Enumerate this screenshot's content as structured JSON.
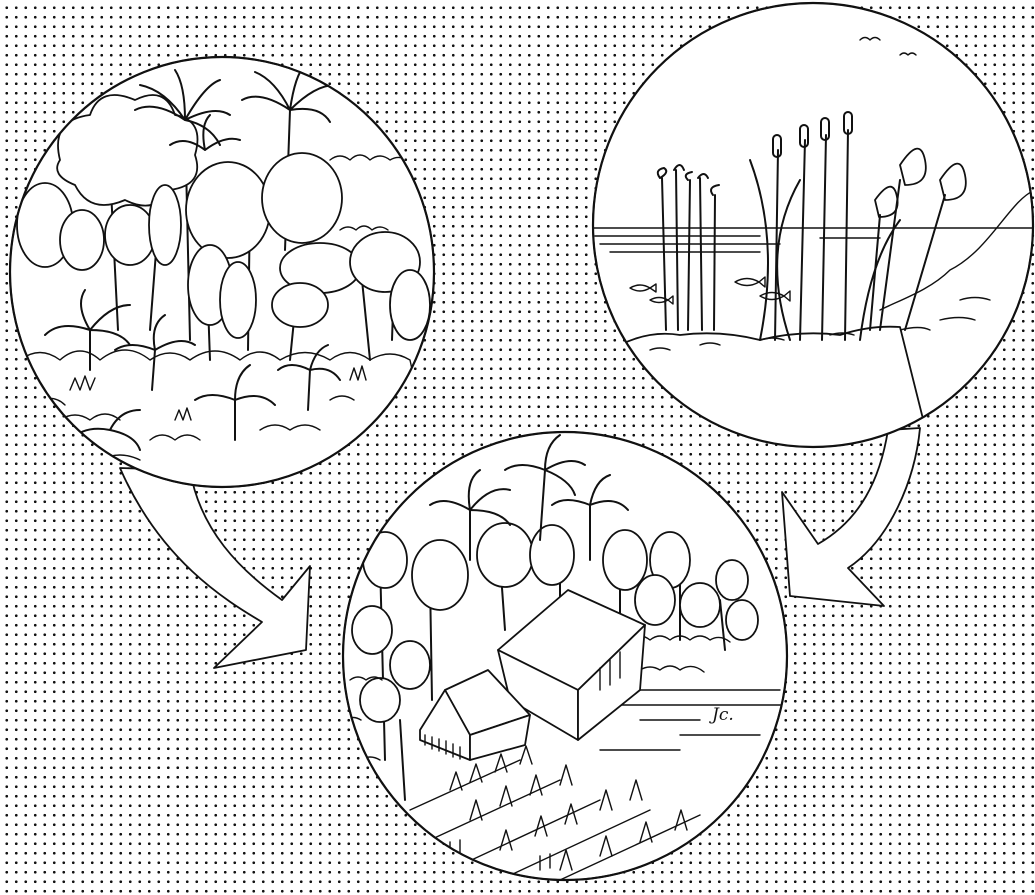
{
  "illustration": {
    "scenes": [
      {
        "id": "forest",
        "subject": "tropical-rainforest-scene"
      },
      {
        "id": "wetland",
        "subject": "lake-and-reed-wetland-scene"
      },
      {
        "id": "farm",
        "subject": "cleared-farmland-with-house-scene"
      }
    ],
    "arrows": [
      {
        "from": "forest",
        "to": "farm"
      },
      {
        "from": "wetland",
        "to": "farm"
      }
    ],
    "artist_initials": "Jc.",
    "colors": {
      "ink": "#111111",
      "paper": "#ffffff",
      "halftone_dots": "#111111"
    }
  }
}
